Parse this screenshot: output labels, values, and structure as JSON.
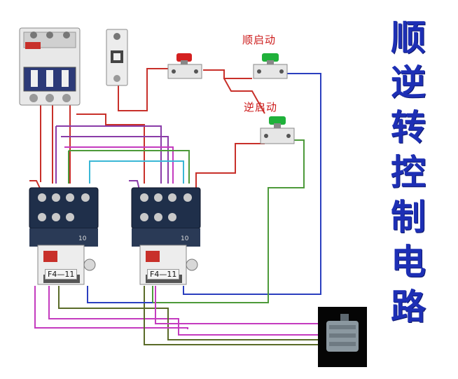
{
  "title_chars": [
    "顺",
    "逆",
    "转",
    "控",
    "制",
    "电",
    "路"
  ],
  "labels": {
    "forward_start": "顺启动",
    "reverse_start": "逆启动"
  },
  "contactors": [
    {
      "model": "F4—11",
      "rating": "10"
    },
    {
      "model": "F4—11",
      "rating": "10"
    }
  ],
  "colors": {
    "title": "#1d2fb5",
    "label": "#cc1b1b",
    "wire_red": "#c8302a",
    "wire_purple": "#8a3ca8",
    "wire_magenta": "#c43bbf",
    "wire_green": "#4d9a3a",
    "wire_cyan": "#3ab7d6",
    "wire_blue": "#2b3fbf",
    "wire_olive": "#5a6b28",
    "stop_button": "#d42020",
    "start_button": "#1fb13a",
    "contactor_body": "#1f2f4a",
    "breaker_body": "#e8e8e8"
  }
}
